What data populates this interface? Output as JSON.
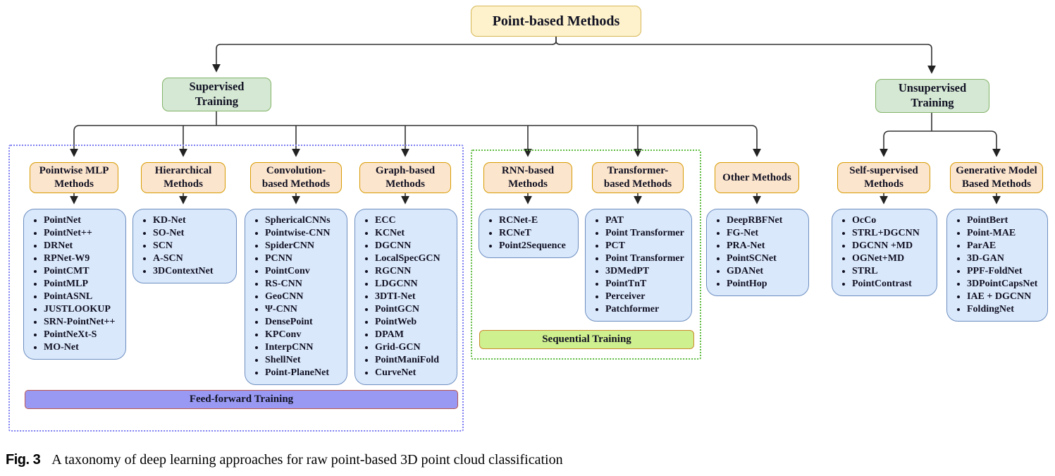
{
  "diagram": {
    "root": {
      "label": "Point-based Methods"
    },
    "branches": [
      {
        "label": "Supervised\nTraining"
      },
      {
        "label": "Unsupervised\nTraining"
      }
    ],
    "regions": [
      {
        "label": "Feed-forward Training"
      },
      {
        "label": "Sequential Training"
      }
    ],
    "columns": [
      {
        "title": "Pointwise MLP\nMethods",
        "items": [
          "PointNet",
          "PointNet++",
          "DRNet",
          "RPNet-W9",
          "PointCMT",
          "PointMLP",
          "PointASNL",
          "JUSTLOOKUP",
          "SRN-PointNet++",
          "PointNeXt-S",
          "MO-Net"
        ]
      },
      {
        "title": "Hierarchical\nMethods",
        "items": [
          "KD-Net",
          "SO-Net",
          "SCN",
          "A-SCN",
          "3DContextNet"
        ]
      },
      {
        "title": "Convolution-\nbased Methods",
        "items": [
          "SphericalCNNs",
          "Pointwise-CNN",
          "SpiderCNN",
          "PCNN",
          "PointConv",
          "RS-CNN",
          "GeoCNN",
          "Ψ-CNN",
          "DensePoint",
          "KPConv",
          "InterpCNN",
          "ShellNet",
          "Point-PlaneNet"
        ]
      },
      {
        "title": "Graph-based\nMethods",
        "items": [
          "ECC",
          "KCNet",
          "DGCNN",
          "LocalSpecGCN",
          "RGCNN",
          "LDGCNN",
          "3DTI-Net",
          "PointGCN",
          "PointWeb",
          "DPAM",
          "Grid-GCN",
          "PointManiFold",
          "CurveNet"
        ]
      },
      {
        "title": "RNN-based\nMethods",
        "items": [
          "RCNet-E",
          "RCNeT",
          "Point2Sequence"
        ]
      },
      {
        "title": "Transformer-\nbased Methods",
        "items": [
          "PAT",
          "Point Transformer",
          "PCT",
          "Point Transformer",
          "3DMedPT",
          "PointTnT",
          "Perceiver",
          "Patchformer"
        ]
      },
      {
        "title": "Other Methods",
        "items": [
          "DeepRBFNet",
          "FG-Net",
          "PRA-Net",
          "PointSCNet",
          "GDANet",
          "PointHop"
        ]
      },
      {
        "title": "Self-supervised\nMethods",
        "items": [
          "OcCo",
          "STRL+DGCNN",
          "DGCNN +MD",
          "OGNet+MD",
          "STRL",
          "PointContrast"
        ]
      },
      {
        "title": "Generative Model\nBased Methods",
        "items": [
          "PointBert",
          "Point-MAE",
          "ParAE",
          "3D-GAN",
          "PPF-FoldNet",
          "3DPointCapsNet",
          "IAE + DGCNN",
          "FoldingNet"
        ]
      }
    ]
  },
  "caption": {
    "tag": "Fig. 3",
    "text": "A taxonomy of deep learning approaches for raw point-based 3D point cloud classification"
  },
  "colors": {
    "root_fill": "#FDF2CB",
    "root_border": "#D6B656",
    "branch_fill": "#D5E8D4",
    "branch_border": "#82B366",
    "category_fill": "#FCE5CD",
    "category_border": "#D79B00",
    "list_fill": "#DAE8FC",
    "list_border": "#6C8EBF",
    "feedforward_fill": "#9999F3",
    "feedforward_border": "#B85450",
    "sequential_fill": "#CFF08F",
    "sequential_border": "#C98A2C",
    "region_feedforward_border": "#7D7DF3",
    "region_sequential_border": "#5DBB3F",
    "text": "#111122",
    "line": "#333333"
  }
}
